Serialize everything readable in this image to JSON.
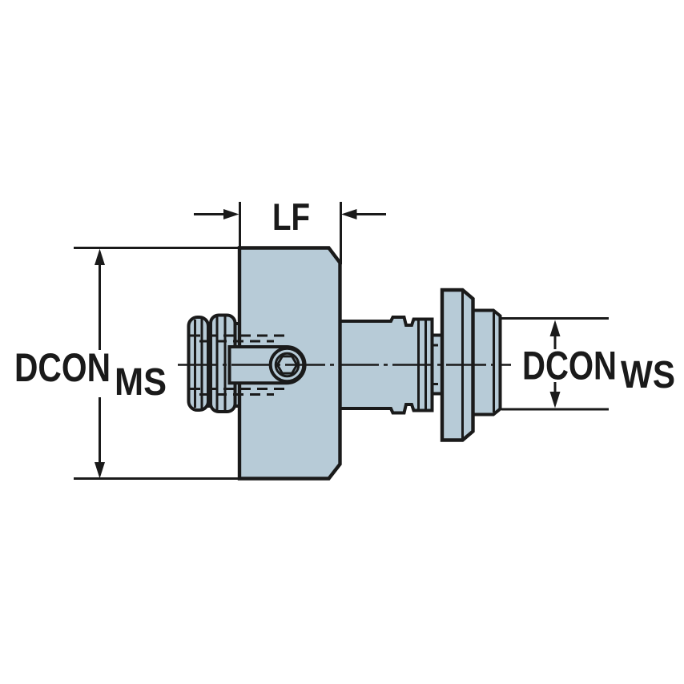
{
  "colors": {
    "background": "#ffffff",
    "outline": "#1a1a1a",
    "part_fill": "#b7cbd7",
    "text": "#1a1a1a"
  },
  "dimensions": {
    "lf": {
      "label": "LF"
    },
    "dcon_ms": {
      "label": "DCON",
      "subscript": "MS"
    },
    "dcon_ws": {
      "label": "DCON",
      "subscript": "WS"
    }
  }
}
